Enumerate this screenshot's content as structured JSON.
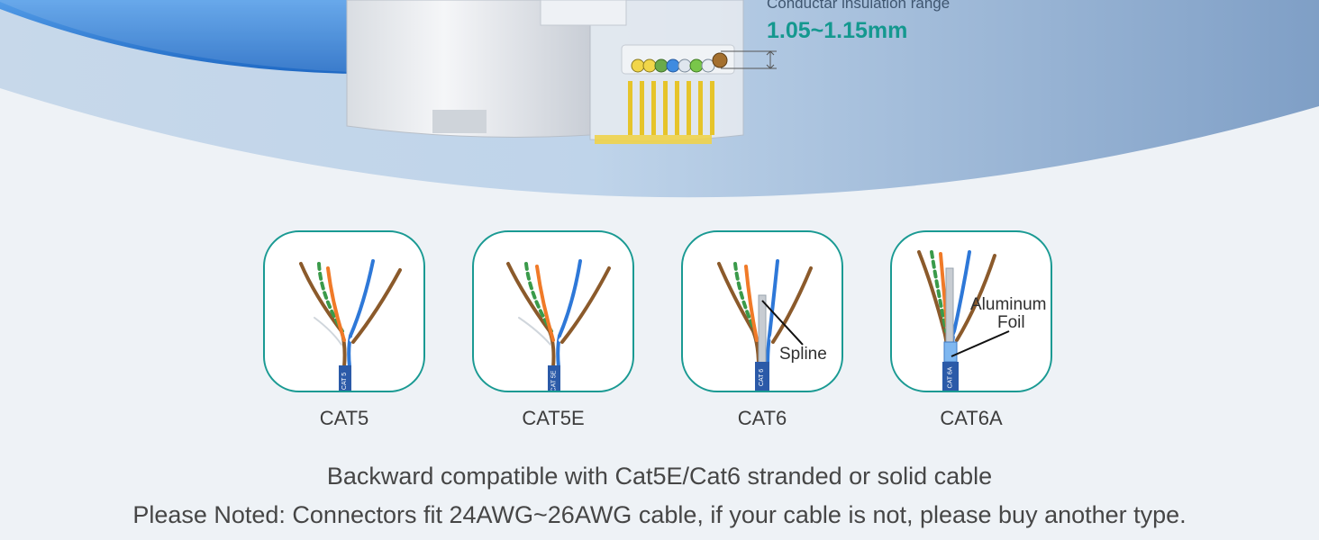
{
  "spec": {
    "label": "Conductar insulation range",
    "value": "1.05~1.15mm"
  },
  "cables": [
    {
      "name": "CAT5",
      "jacket_text": "CAT 5"
    },
    {
      "name": "CAT5E",
      "jacket_text": "CAT 5E"
    },
    {
      "name": "CAT6",
      "jacket_text": "CAT 6",
      "callout": "Spline"
    },
    {
      "name": "CAT6A",
      "jacket_text": "CAT 6A",
      "callout_line1": "Aluminum",
      "callout_line2": "Foil"
    }
  ],
  "notes": {
    "line1": "Backward compatible with Cat5E/Cat6 stranded or solid cable",
    "line2": "Please Noted: Connectors fit 24AWG~26AWG cable, if your cable is not, please buy another type."
  },
  "colors": {
    "accent_teal": "#1a9a93",
    "jacket_blue": "#2b5aa8",
    "cable_blue": "#2e7bd9"
  }
}
